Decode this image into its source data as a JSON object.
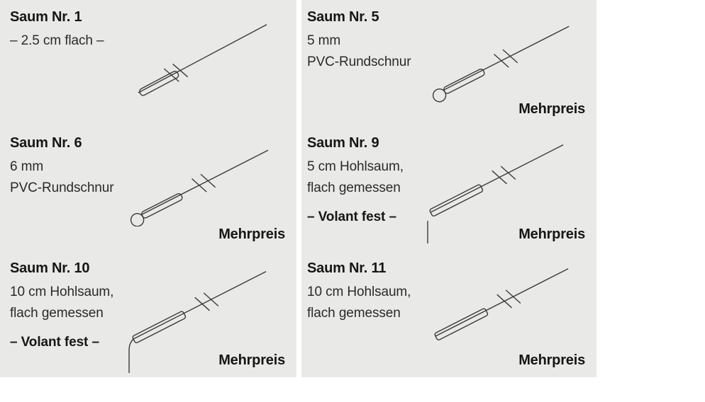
{
  "colors": {
    "panel_background": "#e9e9e7",
    "line_color": "#3a3a3a",
    "text_color": "#1c1c1c"
  },
  "cells": [
    {
      "title": "Saum Nr. 1",
      "lines": [
        "– 2.5 cm flach –"
      ],
      "note": "",
      "surcharge": "",
      "drawing": "flat-seam"
    },
    {
      "title": "Saum Nr. 5",
      "lines": [
        "5 mm",
        "PVC-Rundschnur"
      ],
      "note": "",
      "surcharge": "Mehrpreis",
      "drawing": "pvc-round-cord-seam"
    },
    {
      "title": "Saum Nr. 6",
      "lines": [
        "6 mm",
        "PVC-Rundschnur"
      ],
      "note": "",
      "surcharge": "Mehrpreis",
      "drawing": "pvc-round-cord-seam"
    },
    {
      "title": "Saum Nr. 9",
      "lines": [
        "5 cm Hohlsaum,",
        "flach gemessen"
      ],
      "note": "– Volant fest –",
      "surcharge": "Mehrpreis",
      "drawing": "hollow-seam-volant"
    },
    {
      "title": "Saum Nr. 10",
      "lines": [
        "10 cm Hohlsaum,",
        "flach gemessen"
      ],
      "note": "– Volant fest –",
      "surcharge": "Mehrpreis",
      "drawing": "hollow-seam-volant-bent"
    },
    {
      "title": "Saum Nr. 11",
      "lines": [
        "10 cm Hohlsaum,",
        "flach gemessen"
      ],
      "note": "",
      "surcharge": "Mehrpreis",
      "drawing": "hollow-seam"
    }
  ]
}
